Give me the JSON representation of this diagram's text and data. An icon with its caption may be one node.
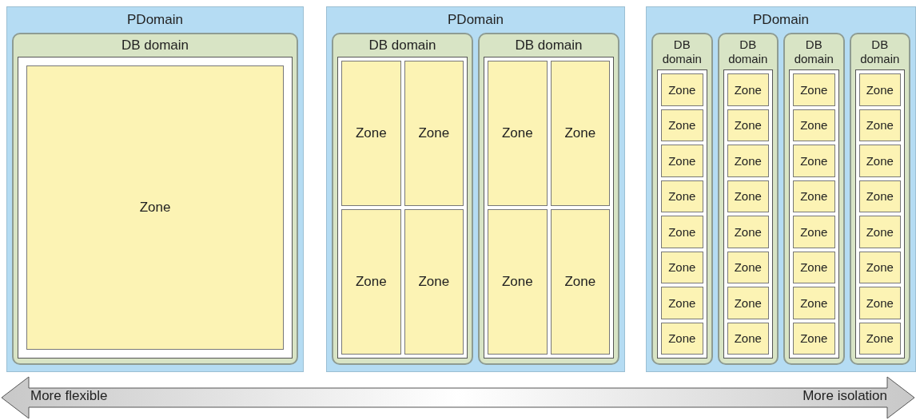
{
  "diagram": {
    "nodes": [
      {
        "text": [
          "PDomain"
        ]
      },
      {
        "text": [
          "DB domain"
        ],
        "in": 0
      },
      {
        "text": [
          "Zone"
        ],
        "in": 1
      },
      {
        "text": [
          "PDomain"
        ]
      },
      {
        "text": [
          "DB domain"
        ],
        "in": 3
      },
      {
        "text": [
          "Zone"
        ],
        "in": 4
      },
      {
        "text": [
          "Zone"
        ],
        "in": 4
      },
      {
        "text": [
          "Zone"
        ],
        "in": 4
      },
      {
        "text": [
          "Zone"
        ],
        "in": 4
      },
      {
        "text": [
          "DB domain"
        ],
        "in": 3
      },
      {
        "text": [
          "Zone"
        ],
        "in": 9
      },
      {
        "text": [
          "Zone"
        ],
        "in": 9
      },
      {
        "text": [
          "Zone"
        ],
        "in": 9
      },
      {
        "text": [
          "Zone"
        ],
        "in": 9
      },
      {
        "text": [
          "PDomain"
        ]
      },
      {
        "text": [
          "DB domain"
        ],
        "in": 14
      },
      {
        "text": [
          "Zone"
        ],
        "in": 15
      },
      {
        "text": [
          "Zone"
        ],
        "in": 15
      },
      {
        "text": [
          "Zone"
        ],
        "in": 15
      },
      {
        "text": [
          "Zone"
        ],
        "in": 15
      },
      {
        "text": [
          "Zone"
        ],
        "in": 15
      },
      {
        "text": [
          "Zone"
        ],
        "in": 15
      },
      {
        "text": [
          "Zone"
        ],
        "in": 15
      },
      {
        "text": [
          "Zone"
        ],
        "in": 15
      },
      {
        "text": [
          "DB domain"
        ],
        "in": 14
      },
      {
        "text": [
          "Zone"
        ],
        "in": 24
      },
      {
        "text": [
          "Zone"
        ],
        "in": 24
      },
      {
        "text": [
          "Zone"
        ],
        "in": 24
      },
      {
        "text": [
          "Zone"
        ],
        "in": 24
      },
      {
        "text": [
          "Zone"
        ],
        "in": 24
      },
      {
        "text": [
          "Zone"
        ],
        "in": 24
      },
      {
        "text": [
          "Zone"
        ],
        "in": 24
      },
      {
        "text": [
          "Zone"
        ],
        "in": 24
      },
      {
        "text": [
          "DB domain"
        ],
        "in": 14
      },
      {
        "text": [
          "Zone"
        ],
        "in": 33
      },
      {
        "text": [
          "Zone"
        ],
        "in": 33
      },
      {
        "text": [
          "Zone"
        ],
        "in": 33
      },
      {
        "text": [
          "Zone"
        ],
        "in": 33
      },
      {
        "text": [
          "Zone"
        ],
        "in": 33
      },
      {
        "text": [
          "Zone"
        ],
        "in": 33
      },
      {
        "text": [
          "Zone"
        ],
        "in": 33
      },
      {
        "text": [
          "Zone"
        ],
        "in": 33
      },
      {
        "text": [
          "DB domain"
        ],
        "in": 14
      },
      {
        "text": [
          "Zone"
        ],
        "in": 42
      },
      {
        "text": [
          "Zone"
        ],
        "in": 42
      },
      {
        "text": [
          "Zone"
        ],
        "in": 42
      },
      {
        "text": [
          "Zone"
        ],
        "in": 42
      },
      {
        "text": [
          "Zone"
        ],
        "in": 42
      },
      {
        "text": [
          "Zone"
        ],
        "in": 42
      },
      {
        "text": [
          "Zone"
        ],
        "in": 42
      },
      {
        "text": [
          "Zone"
        ],
        "in": 42
      }
    ],
    "edges": [],
    "labels": [
      "More flexible",
      "More isolation"
    ]
  }
}
